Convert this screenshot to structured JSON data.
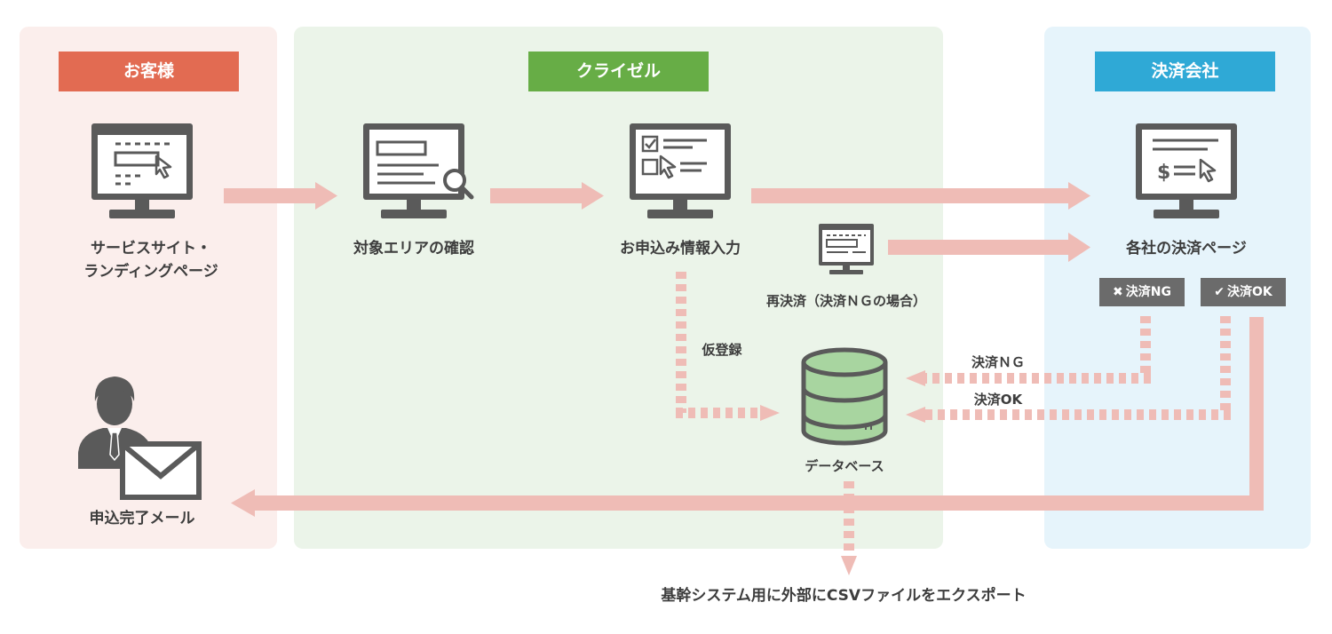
{
  "lanes": {
    "customer": {
      "title": "お客様"
    },
    "kuraizeru": {
      "title": "クライゼル"
    },
    "payment": {
      "title": "決済会社"
    }
  },
  "nodes": {
    "service_site": {
      "label_line1": "サービスサイト・",
      "label_line2": "ランディングページ"
    },
    "target_check": {
      "label": "対象エリアの確認"
    },
    "info_input": {
      "label": "お申込み情報入力"
    },
    "repay": {
      "label": "再決済（決済ＮＧの場合）"
    },
    "payment_page": {
      "label": "各社の決済ページ"
    },
    "database": {
      "label": "データベース"
    },
    "completion_mail": {
      "label": "申込完了メール"
    }
  },
  "badges": {
    "ng": {
      "mark": "✖",
      "label": "決済NG"
    },
    "ok": {
      "mark": "✔",
      "label": "決済OK"
    }
  },
  "edge_labels": {
    "provisional": "仮登録",
    "ng": "決済ＮＧ",
    "ok": "決済OK"
  },
  "footer": {
    "export_text": "基幹システム用に外部にCSVファイルをエクスポート"
  },
  "colors": {
    "customer_bg": "#fbeeec",
    "customer_accent": "#e26b52",
    "kuraizeru_bg": "#ebf4e9",
    "kuraizeru_accent": "#67ad46",
    "payment_bg": "#e6f4fb",
    "payment_accent": "#2fa9d6",
    "arrow": "#efbcb6",
    "icon": "#5a5a5a",
    "db_fill": "#a8d5a0"
  },
  "icons": {
    "service_site": "monitor-web-cursor-icon",
    "target_check": "monitor-search-icon",
    "info_input": "monitor-checklist-icon",
    "repay": "monitor-small-icon",
    "payment_page": "monitor-payment-icon",
    "database": "database-icon",
    "completion_mail": "user-mail-icon"
  }
}
